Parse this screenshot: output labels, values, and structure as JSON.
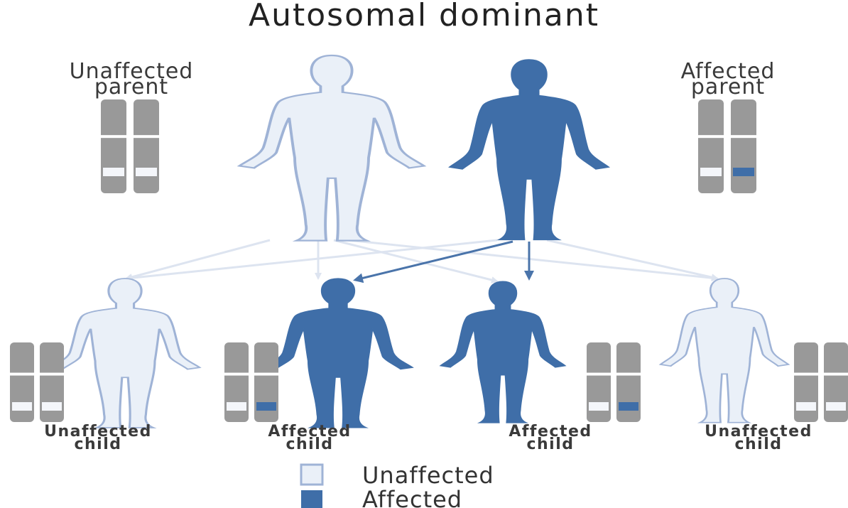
{
  "title": "Autosomal dominant",
  "colors": {
    "unaffected_fill": "#eaf0f8",
    "unaffected_stroke": "#9fb3d6",
    "affected_fill": "#3f6ea8",
    "affected_stroke": "#3f6ea8",
    "chromosome": "#999999",
    "arrow_light": "#dde4f0",
    "arrow_dark": "#4a74aa"
  },
  "parents": [
    {
      "label_line1": "Unaffected",
      "label_line2": "parent",
      "status": "unaffected",
      "alleles": [
        "unaffected",
        "unaffected"
      ]
    },
    {
      "label_line1": "Affected",
      "label_line2": "parent",
      "status": "affected",
      "alleles": [
        "unaffected",
        "affected"
      ]
    }
  ],
  "children": [
    {
      "label_line1": "Unaffected",
      "label_line2": "child",
      "status": "unaffected",
      "alleles": [
        "unaffected",
        "unaffected"
      ]
    },
    {
      "label_line1": "Affected",
      "label_line2": "child",
      "status": "affected",
      "alleles": [
        "unaffected",
        "affected"
      ]
    },
    {
      "label_line1": "Affected",
      "label_line2": "child",
      "status": "affected",
      "alleles": [
        "unaffected",
        "affected"
      ]
    },
    {
      "label_line1": "Unaffected",
      "label_line2": "child",
      "status": "unaffected",
      "alleles": [
        "unaffected",
        "unaffected"
      ]
    }
  ],
  "legend": {
    "unaffected_label": "Unaffected",
    "affected_label": "Affected"
  }
}
